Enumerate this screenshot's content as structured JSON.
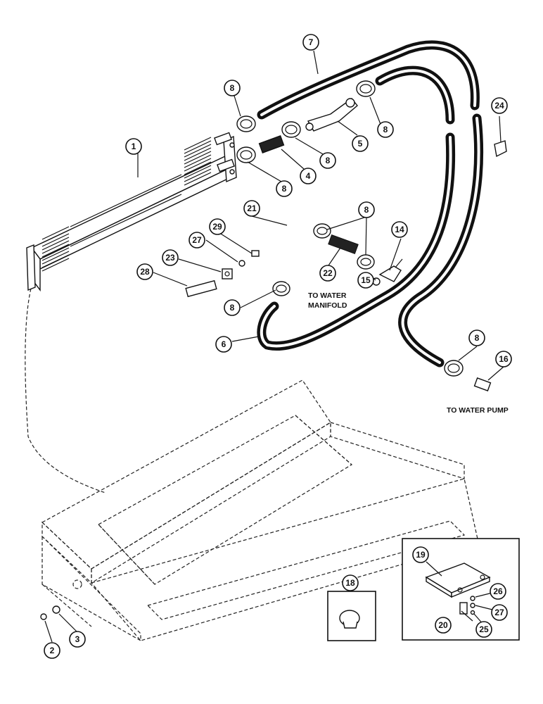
{
  "callouts": [
    {
      "id": "c1",
      "label": "1"
    },
    {
      "id": "c2",
      "label": "2"
    },
    {
      "id": "c3",
      "label": "3"
    },
    {
      "id": "c4",
      "label": "4"
    },
    {
      "id": "c5",
      "label": "5"
    },
    {
      "id": "c6",
      "label": "6"
    },
    {
      "id": "c7",
      "label": "7"
    },
    {
      "id": "c8a",
      "label": "8"
    },
    {
      "id": "c8b",
      "label": "8"
    },
    {
      "id": "c8c",
      "label": "8"
    },
    {
      "id": "c8d",
      "label": "8"
    },
    {
      "id": "c8e",
      "label": "8"
    },
    {
      "id": "c8f",
      "label": "8"
    },
    {
      "id": "c8g",
      "label": "8"
    },
    {
      "id": "c14",
      "label": "14"
    },
    {
      "id": "c15",
      "label": "15"
    },
    {
      "id": "c16",
      "label": "16"
    },
    {
      "id": "c18",
      "label": "18"
    },
    {
      "id": "c19",
      "label": "19"
    },
    {
      "id": "c20",
      "label": "20"
    },
    {
      "id": "c21",
      "label": "21"
    },
    {
      "id": "c22",
      "label": "22"
    },
    {
      "id": "c23",
      "label": "23"
    },
    {
      "id": "c24",
      "label": "24"
    },
    {
      "id": "c25",
      "label": "25"
    },
    {
      "id": "c26",
      "label": "26"
    },
    {
      "id": "c27a",
      "label": "27"
    },
    {
      "id": "c27b",
      "label": "27"
    },
    {
      "id": "c28",
      "label": "28"
    },
    {
      "id": "c29",
      "label": "29"
    }
  ],
  "notes": {
    "manifold_line1": "TO WATER",
    "manifold_line2": "MANIFOLD",
    "pump": "TO WATER PUMP"
  },
  "colors": {
    "ink": "#111111",
    "paper": "#ffffff"
  }
}
